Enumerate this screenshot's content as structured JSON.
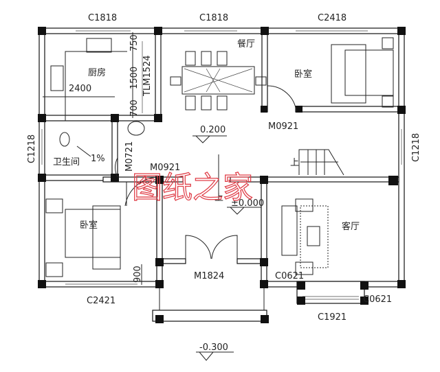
{
  "plan": {
    "windows": {
      "top_left": "C1818",
      "top_middle": "C1818",
      "top_right": "C2418",
      "left": "C1218",
      "right": "C1218",
      "bottom_left": "C2421",
      "bottom_right": "C1921",
      "living_side_left": "C0621",
      "living_side_right": "C0621"
    },
    "doors": {
      "bedroom_ne": "M0921",
      "hall": "M0921",
      "bathroom": "M0721",
      "entrance": "M1824",
      "kitchen_sliding": "TLM1524"
    },
    "rooms": {
      "kitchen": "厨房",
      "dining": "餐厅",
      "bedroom_ne": "卧室",
      "bathroom": "卫生间",
      "bedroom_sw": "卧室",
      "living": "客厅"
    },
    "dimensions": {
      "kitchen_width": "2400",
      "kitchen_dim_top": "750",
      "kitchen_dim_mid": "1500",
      "kitchen_dim_bottom": "700",
      "bedroom_sw_dim": "900"
    },
    "elevations": {
      "dining": "0.200",
      "hall": "±0.000",
      "outside": "-0.300"
    },
    "annotations": {
      "slope": "1%",
      "stair_up": "上",
      "hall_up": "上"
    },
    "watermark": "图纸之家",
    "watermark_color": "#e0404a"
  }
}
